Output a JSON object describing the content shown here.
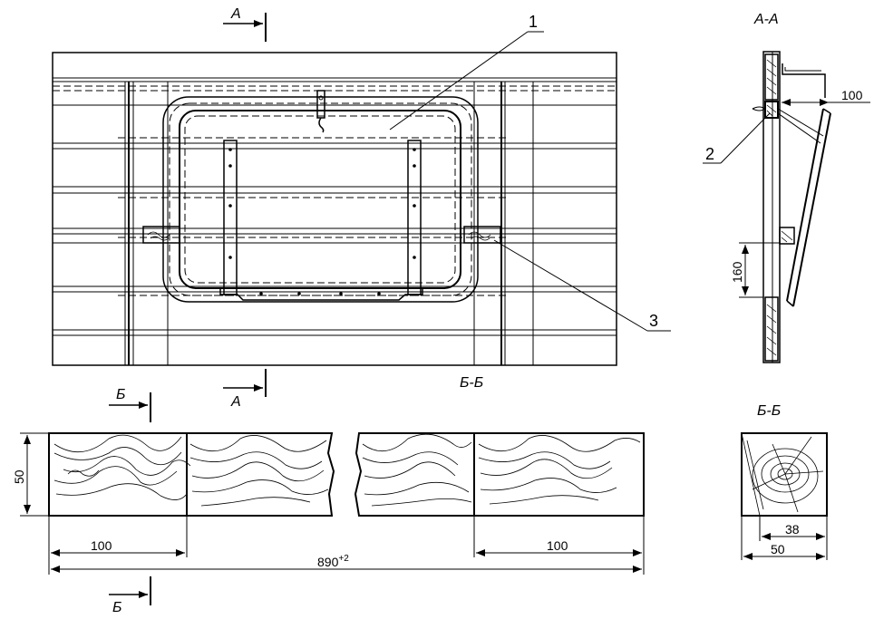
{
  "section_marks": {
    "a_top": "А",
    "a_bottom": "А",
    "b_top": "Б",
    "b_bottom": "Б"
  },
  "view_titles": {
    "a_a": "А-А",
    "b_b_center": "Б-Б",
    "b_b_right": "Б-Б"
  },
  "callouts": {
    "item_1": "1",
    "item_2": "2",
    "item_3": "3"
  },
  "dimensions": {
    "side_offset": "100",
    "side_height": "160",
    "block_height": "50",
    "left_segment": "100",
    "right_segment": "100",
    "total_length_base": "890",
    "total_length_tolerance": "+2",
    "section_inner_width": "38",
    "section_outer_width": "50"
  }
}
